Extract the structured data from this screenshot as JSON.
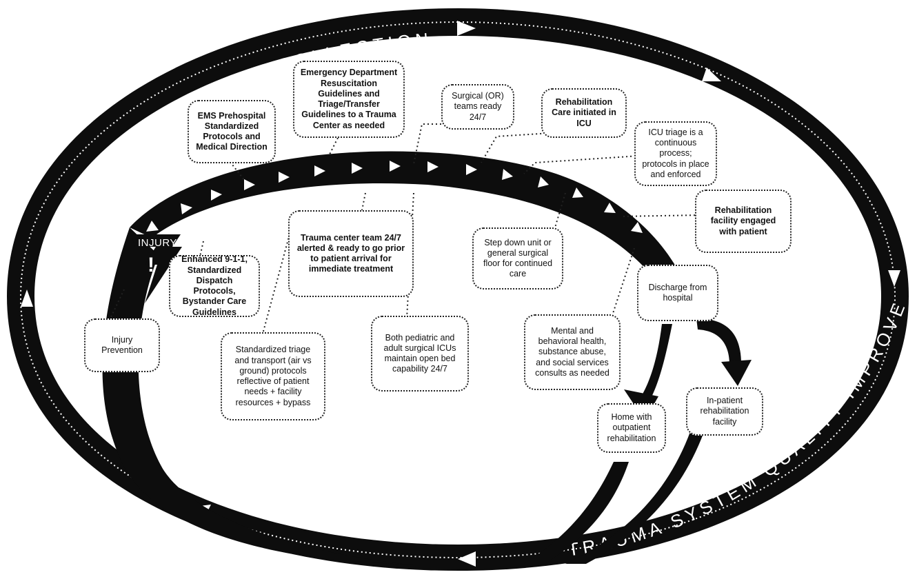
{
  "ring_labels": {
    "top": "TRAUMA REGISTRY DATA COLLECTION",
    "bottom": "TRAUMA SYSTEM QUALITY IMPROVEMENT"
  },
  "injury": {
    "label": "INJURY",
    "mark": "!"
  },
  "boxes": {
    "ems": "EMS Prehospital Standardized Protocols and Medical Direction",
    "ed": "Emergency Department Resuscitation Guidelines and Triage/Transfer Guidelines to a Trauma Center as needed",
    "or": "Surgical (OR) teams ready 24/7",
    "rehab_icu": "Rehabilitation Care initiated in ICU",
    "icu_triage": "ICU triage is a continuous process; protocols in place and enforced",
    "rehab_facility": "Rehabilitation facility engaged with patient",
    "trauma_team": "Trauma center team 24/7 alerted & ready to go prior to patient arrival for immediate treatment",
    "stepdown": "Step down unit or general surgical floor for continued care",
    "discharge": "Discharge from hospital",
    "dispatch": "Enhanced 9-1-1, Standardized Dispatch Protocols, Bystander Care Guidelines",
    "prevention": "Injury Prevention",
    "triage_transport": "Standardized triage and transport (air vs ground) protocols reflective of patient needs + facility resources + bypass",
    "pediatric_icu": "Both pediatric and adult surgical ICUs maintain open bed capability 24/7",
    "mental_health": "Mental and behavioral health, substance abuse, and social services consults as needed",
    "home_rehab": "Home with outpatient rehabilitation",
    "inpatient_rehab": "In-patient rehabilitation facility"
  }
}
